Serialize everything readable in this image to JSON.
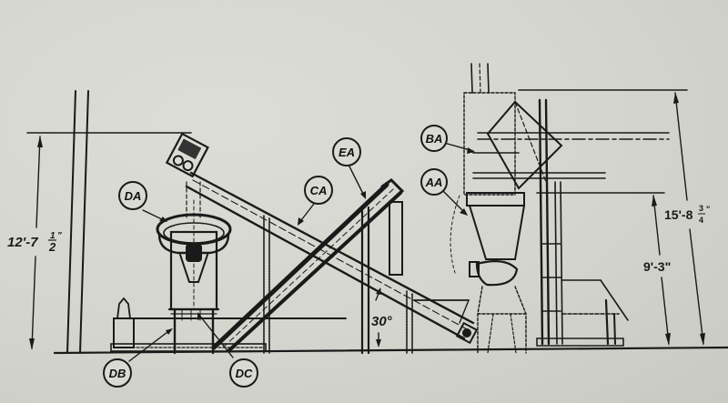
{
  "drawing": {
    "type": "elevation view - conveyor / mixing system",
    "callouts": [
      {
        "id": "DA",
        "label": "DA"
      },
      {
        "id": "CA",
        "label": "CA"
      },
      {
        "id": "EA",
        "label": "EA"
      },
      {
        "id": "BA",
        "label": "BA"
      },
      {
        "id": "AA",
        "label": "AA"
      },
      {
        "id": "DB",
        "label": "DB"
      },
      {
        "id": "DC",
        "label": "DC"
      }
    ],
    "dimensions": {
      "left_height": {
        "whole": "12'-7",
        "num": "1",
        "den": "2",
        "inch": "\""
      },
      "right_outer_height": {
        "whole": "15'-8",
        "num": "3",
        "den": "4",
        "inch": "\""
      },
      "right_inner_height": {
        "text": "9'-3\""
      },
      "incline_angle": {
        "text": "30°"
      }
    },
    "colors": {
      "paper": "#d6d7d0",
      "ink": "#1a1a1a"
    }
  }
}
